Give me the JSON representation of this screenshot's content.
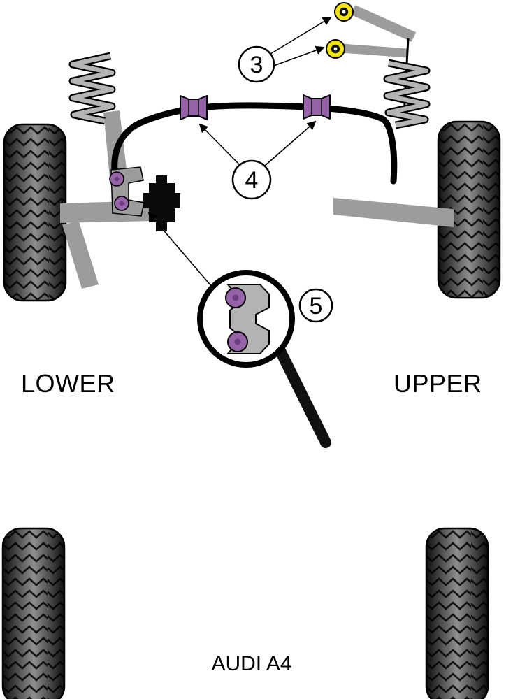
{
  "diagram": {
    "model": "AUDI A4",
    "labels": {
      "left": "LOWER",
      "right": "UPPER"
    },
    "callouts": {
      "c3": {
        "number": "3"
      },
      "c4": {
        "number": "4"
      },
      "c5": {
        "number": "5"
      }
    },
    "colors": {
      "bush_purple": "#9663a9",
      "bush_purple_dark": "#6b3f7d",
      "bush_yellow": "#f2e30c",
      "arm_gray": "#9c9c9c",
      "bracket_gray": "#b3b3b3"
    }
  }
}
